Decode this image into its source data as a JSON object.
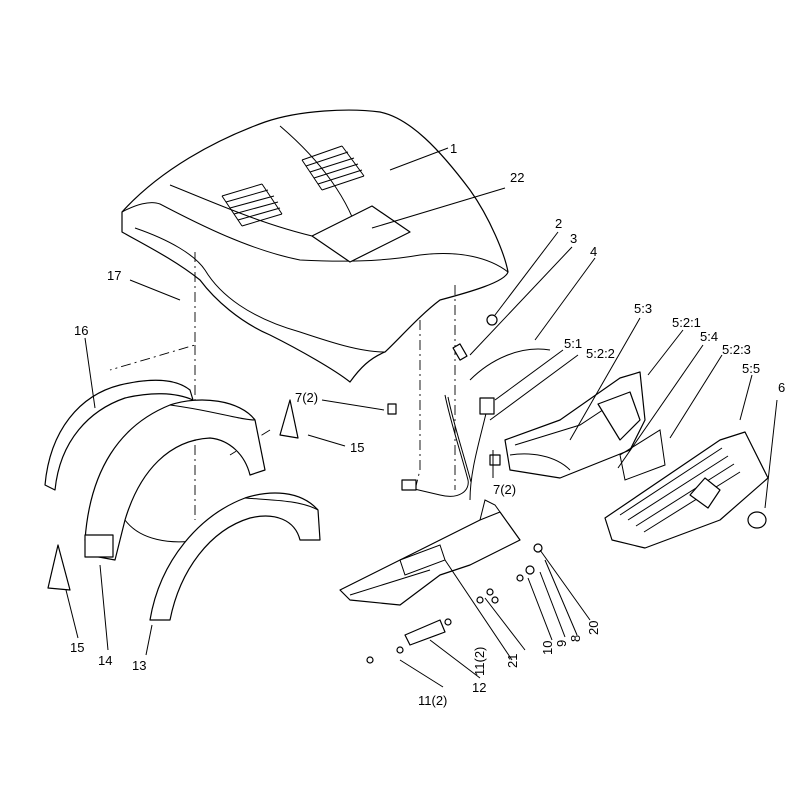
{
  "callouts": [
    {
      "id": "c1",
      "text": "1"
    },
    {
      "id": "c22",
      "text": "22"
    },
    {
      "id": "c2",
      "text": "2"
    },
    {
      "id": "c3",
      "text": "3"
    },
    {
      "id": "c4",
      "text": "4"
    },
    {
      "id": "c17",
      "text": "17"
    },
    {
      "id": "c16",
      "text": "16"
    },
    {
      "id": "c5_1",
      "text": "5:1"
    },
    {
      "id": "c5_3",
      "text": "5:3"
    },
    {
      "id": "c5_2_1",
      "text": "5:2:1"
    },
    {
      "id": "c5_2_2",
      "text": "5:2:2"
    },
    {
      "id": "c5_4",
      "text": "5:4"
    },
    {
      "id": "c5_2_3",
      "text": "5:2:3"
    },
    {
      "id": "c5_5",
      "text": "5:5"
    },
    {
      "id": "c6",
      "text": "6"
    },
    {
      "id": "c7a",
      "text": "7(2)"
    },
    {
      "id": "c15a",
      "text": "15"
    },
    {
      "id": "c7b",
      "text": "7(2)"
    },
    {
      "id": "c15b",
      "text": "15"
    },
    {
      "id": "c14",
      "text": "14"
    },
    {
      "id": "c13",
      "text": "13"
    },
    {
      "id": "c11a",
      "text": "11(2)"
    },
    {
      "id": "c12",
      "text": "12"
    },
    {
      "id": "c21",
      "text": "21"
    },
    {
      "id": "c10",
      "text": "10"
    },
    {
      "id": "c9",
      "text": "9"
    },
    {
      "id": "c8",
      "text": "8"
    },
    {
      "id": "c20",
      "text": "20"
    },
    {
      "id": "c11b",
      "text": "11(2)"
    }
  ]
}
